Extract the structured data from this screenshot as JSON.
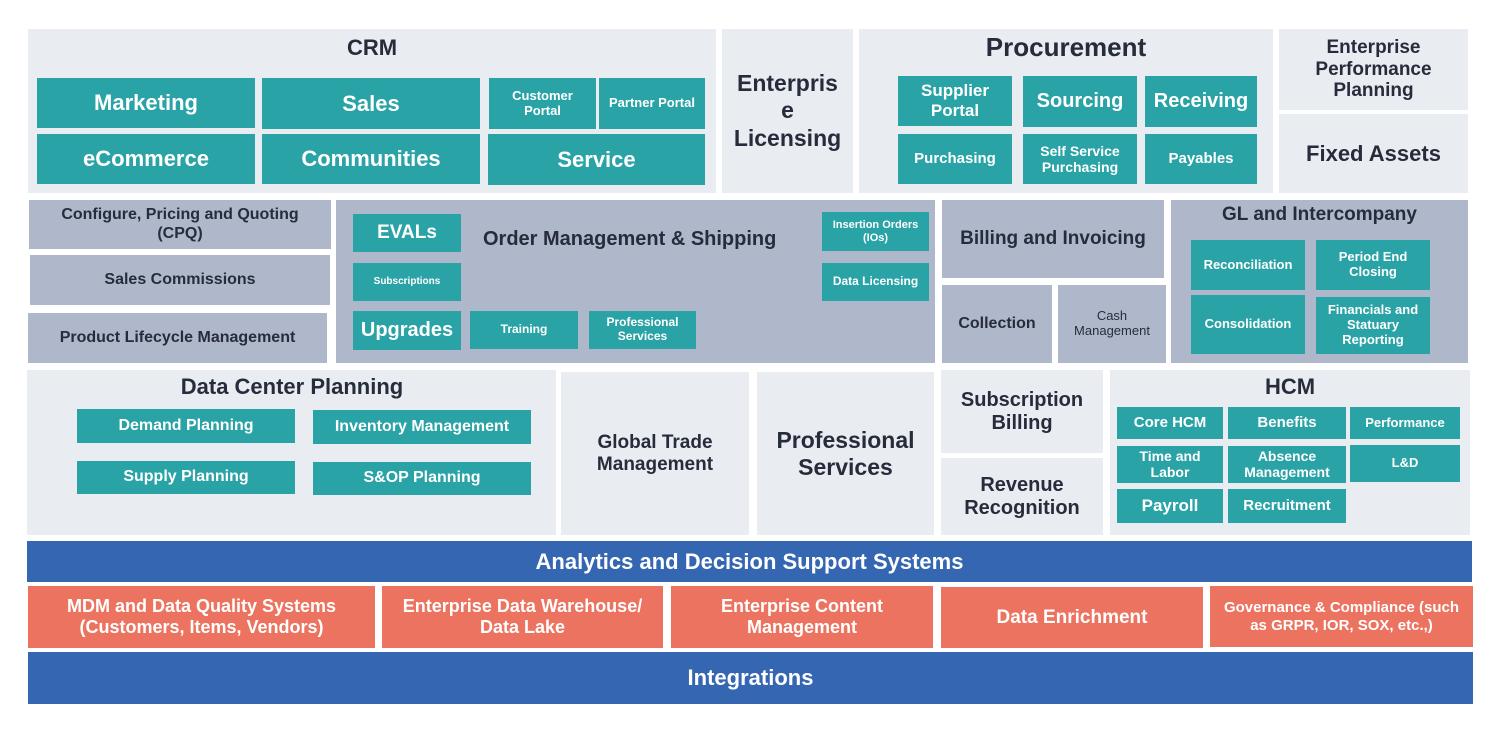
{
  "crm": {
    "title": "CRM",
    "marketing": "Marketing",
    "sales": "Sales",
    "customer_portal": "Customer Portal",
    "partner_portal": "Partner Portal",
    "ecommerce": "eCommerce",
    "communities": "Communities",
    "service": "Service"
  },
  "enterprise_licensing": "Enterpris e Licensing",
  "procurement": {
    "title": "Procurement",
    "supplier_portal": "Supplier Portal",
    "sourcing": "Sourcing",
    "receiving": "Receiving",
    "purchasing": "Purchasing",
    "self_service_purchasing": "Self Service Purchasing",
    "payables": "Payables"
  },
  "epp": "Enterprise Performance Planning",
  "fixed_assets": "Fixed Assets",
  "cpq": "Configure, Pricing and Quoting (CPQ)",
  "sales_commissions": "Sales Commissions",
  "plm": "Product Lifecycle Management",
  "order_mgmt": {
    "title": "Order Management & Shipping",
    "evals": "EVALs",
    "subscriptions": "Subscriptions",
    "upgrades": "Upgrades",
    "training": "Training",
    "professional_services": "Professional Services",
    "insertion_orders": "Insertion Orders (IOs)",
    "data_licensing": "Data Licensing"
  },
  "billing_invoicing": "Billing and Invoicing",
  "collection": "Collection",
  "cash_management": "Cash Management",
  "gl": {
    "title": "GL and Intercompany",
    "reconciliation": "Reconciliation",
    "period_end_closing": "Period End Closing",
    "consolidation": "Consolidation",
    "financials": "Financials and Statuary Reporting"
  },
  "dcp": {
    "title": "Data Center Planning",
    "demand_planning": "Demand Planning",
    "inventory_management": "Inventory Management",
    "supply_planning": "Supply Planning",
    "sop_planning": "S&OP Planning"
  },
  "global_trade": "Global Trade Management",
  "professional_services": "Professional Services",
  "subscription_billing": "Subscription Billing",
  "revenue_recognition": "Revenue Recognition",
  "hcm": {
    "title": "HCM",
    "core_hcm": "Core HCM",
    "benefits": "Benefits",
    "performance": "Performance",
    "time_labor": "Time and Labor",
    "absence": "Absence Management",
    "ld": "L&D",
    "payroll": "Payroll",
    "recruitment": "Recruitment"
  },
  "analytics": "Analytics and Decision Support Systems",
  "data_layer": {
    "mdm": "MDM and Data Quality Systems (Customers, Items, Vendors)",
    "edw": "Enterprise Data Warehouse/ Data Lake",
    "ecm": "Enterprise Content Management",
    "enrichment": "Data Enrichment",
    "governance": "Governance & Compliance (such as GRPR, IOR, SOX,  etc.,)"
  },
  "integrations": "Integrations"
}
